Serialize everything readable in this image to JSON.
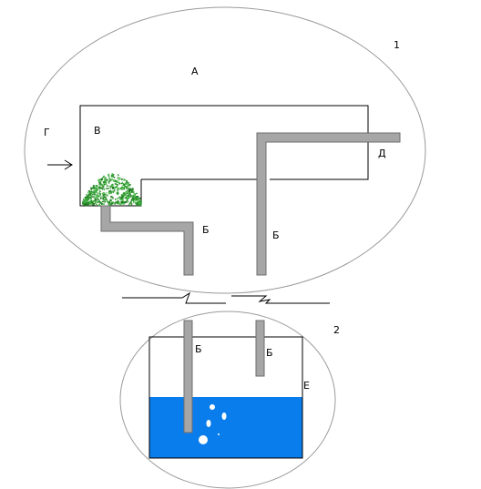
{
  "labels": {
    "diagram_1": "1",
    "diagram_2": "2",
    "A": "А",
    "V": "В",
    "G": "Г",
    "D": "Д",
    "B_left": "Б",
    "B_right": "Б",
    "B_lower_long": "Б",
    "B_lower_short": "Б",
    "E": "Е"
  },
  "colors": {
    "outline": "#9a9a9a",
    "tube_fill": "#a6a6a6",
    "tube_stroke": "#6e6e6e",
    "water": "#0a7ded",
    "plant_dark": "#1e7a1e",
    "plant_light": "#3fae3f",
    "bubble": "#ffffff"
  }
}
